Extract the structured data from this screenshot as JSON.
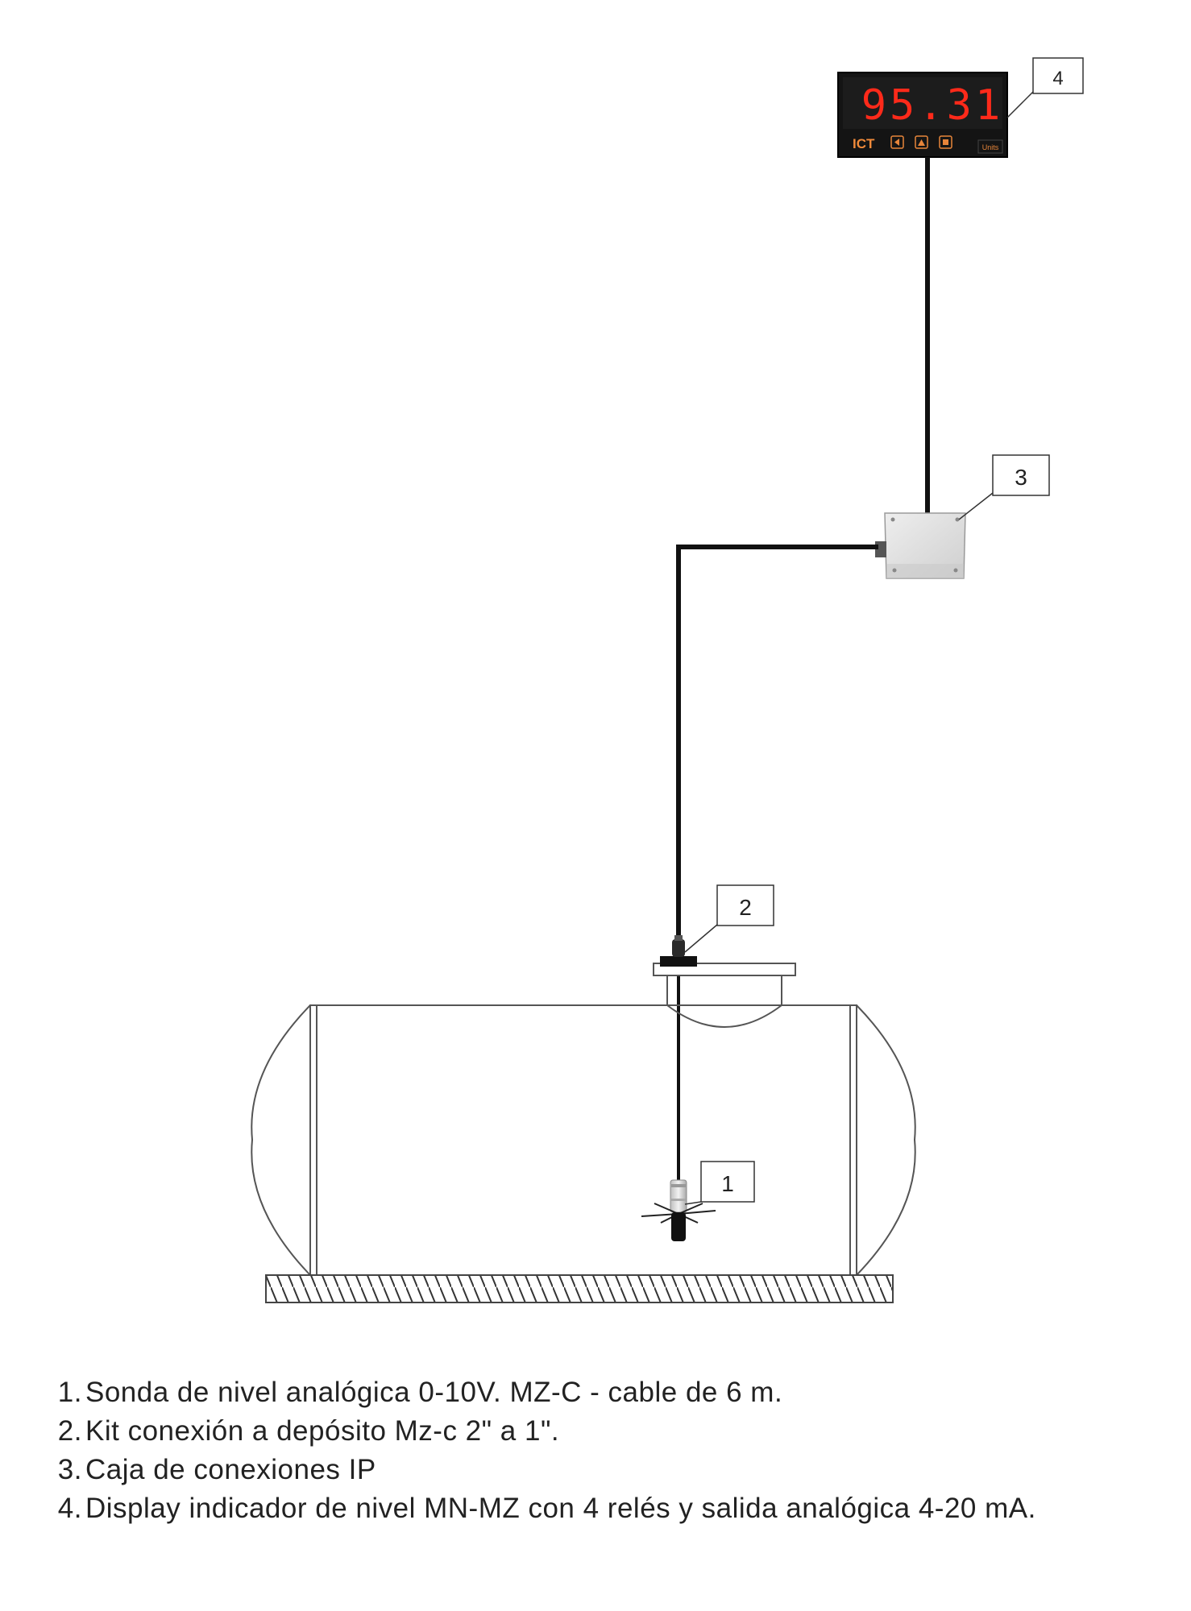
{
  "display": {
    "reading": "95.31",
    "brand": "ICT",
    "units_label": "Units",
    "digit_color": "#ff2a1a",
    "face_color": "#141414"
  },
  "callouts": [
    "1",
    "2",
    "3",
    "4"
  ],
  "legend": [
    {
      "num": "1.",
      "text": "Sonda de nivel analógica 0-10V. MZ-C - cable de 6 m."
    },
    {
      "num": "2.",
      "text": "Kit conexión a depósito Mz-c 2\" a 1\"."
    },
    {
      "num": "3.",
      "text": "Caja de conexiones IP"
    },
    {
      "num": "4.",
      "text": "Display indicador de nivel MN-MZ con 4 relés y salida analógica 4-20 mA."
    }
  ]
}
